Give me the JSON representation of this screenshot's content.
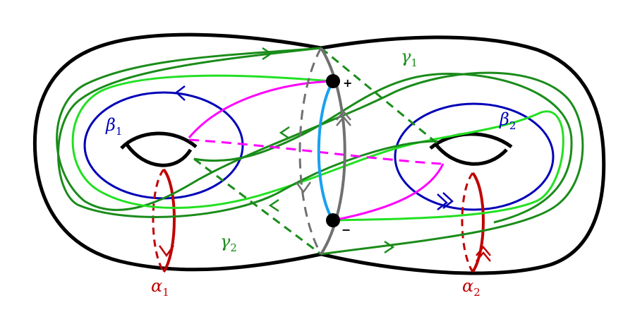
{
  "labels": {
    "alpha1": {
      "base": "α",
      "sub": "1"
    },
    "alpha2": {
      "base": "α",
      "sub": "2"
    },
    "beta1": {
      "base": "β",
      "sub": "1"
    },
    "beta2": {
      "base": "β",
      "sub": "2"
    },
    "gamma1": {
      "base": "γ",
      "sub": "1"
    },
    "gamma2": {
      "base": "γ",
      "sub": "2"
    },
    "plus": "+",
    "minus": "−"
  },
  "colors": {
    "surface": "#000000",
    "alpha": "#c00000",
    "beta": "#0000b8",
    "gamma_dark": "#1a8c1a",
    "gamma_light": "#22e022",
    "magenta": "#ff00ff",
    "cyan": "#1aa0f0",
    "gray": "#707070",
    "gamma_label": "#1a8c1a"
  }
}
